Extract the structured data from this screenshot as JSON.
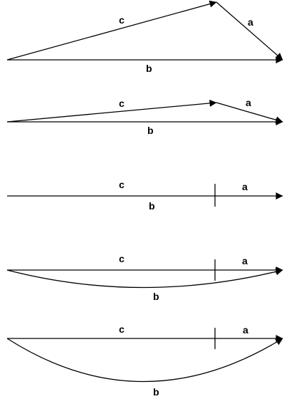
{
  "diagrams": [
    {
      "labels": {
        "c": "c",
        "a": "a",
        "b": "b"
      }
    },
    {
      "labels": {
        "c": "c",
        "a": "a",
        "b": "b"
      }
    },
    {
      "labels": {
        "c": "c",
        "a": "a",
        "b": "b"
      }
    },
    {
      "labels": {
        "c": "c",
        "a": "a",
        "b": "b"
      }
    },
    {
      "labels": {
        "c": "c",
        "a": "a",
        "b": "b"
      }
    }
  ]
}
